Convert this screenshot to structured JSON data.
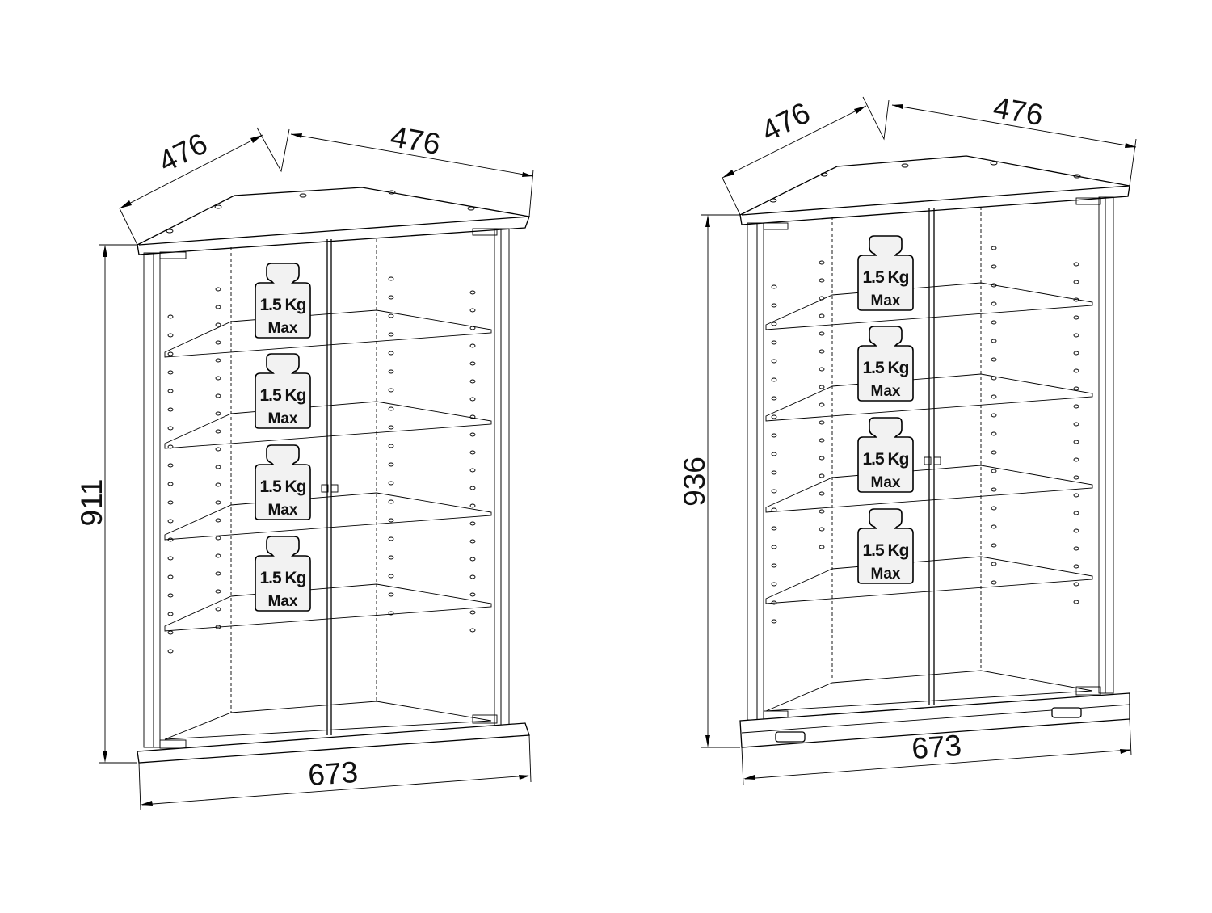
{
  "cabinets": [
    {
      "id": "left",
      "height": "911",
      "width": "673",
      "depth_left": "476",
      "depth_right": "476",
      "weight_labels": [
        {
          "load": "1.5 Kg",
          "limit": "Max"
        },
        {
          "load": "1.5 Kg",
          "limit": "Max"
        },
        {
          "load": "1.5 Kg",
          "limit": "Max"
        },
        {
          "load": "1.5 Kg",
          "limit": "Max"
        }
      ]
    },
    {
      "id": "right",
      "height": "936",
      "width": "673",
      "depth_left": "476",
      "depth_right": "476",
      "weight_labels": [
        {
          "load": "1.5 Kg",
          "limit": "Max"
        },
        {
          "load": "1.5 Kg",
          "limit": "Max"
        },
        {
          "load": "1.5 Kg",
          "limit": "Max"
        },
        {
          "load": "1.5 Kg",
          "limit": "Max"
        }
      ]
    }
  ]
}
